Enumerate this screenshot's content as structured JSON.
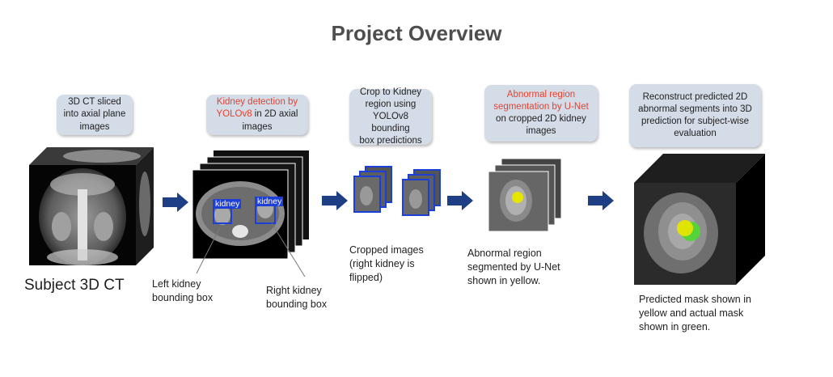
{
  "title": "Project Overview",
  "steps": [
    {
      "lines": [
        "3D CT sliced",
        "into axial plane",
        "images"
      ]
    },
    {
      "lines_red": [
        "Kidney detection by",
        "YOLOv8"
      ],
      "red_tail_suffix": "in 2D axial",
      "lines_after": [
        "images"
      ]
    },
    {
      "lines": [
        "Crop to Kidney",
        "region using",
        "YOLOv8 bounding",
        "box predictions"
      ]
    },
    {
      "lines_red": [
        "Abnormal region",
        "segmentation by U-Net"
      ],
      "lines_after": [
        "on cropped 2D kidney",
        "images"
      ]
    },
    {
      "lines": [
        "Reconstruct predicted 2D",
        "abnormal segments into 3D",
        "prediction for subject-wise",
        "evaluation"
      ]
    }
  ],
  "labels": {
    "subject": "Subject 3D CT",
    "left_box": [
      "Left kidney",
      "bounding box"
    ],
    "right_box": [
      "Right kidney",
      "bounding box"
    ],
    "cropped": [
      "Cropped images",
      "(right kidney is",
      "flipped)"
    ],
    "abnormal": [
      "Abnormal region",
      "segmented by U-Net",
      "shown in yellow."
    ],
    "predicted": [
      "Predicted mask shown in",
      "yellow and actual mask",
      "shown in green."
    ]
  },
  "detection_tags": [
    "kidney",
    "kidney"
  ],
  "colors": {
    "box_bg": "#d4dce8",
    "highlight_red": "#e8412d",
    "arrow_blue": "#1f3f84",
    "detection_blue": "#1c3fd8",
    "mask_yellow": "#e6e600",
    "mask_green": "#55d43a"
  }
}
